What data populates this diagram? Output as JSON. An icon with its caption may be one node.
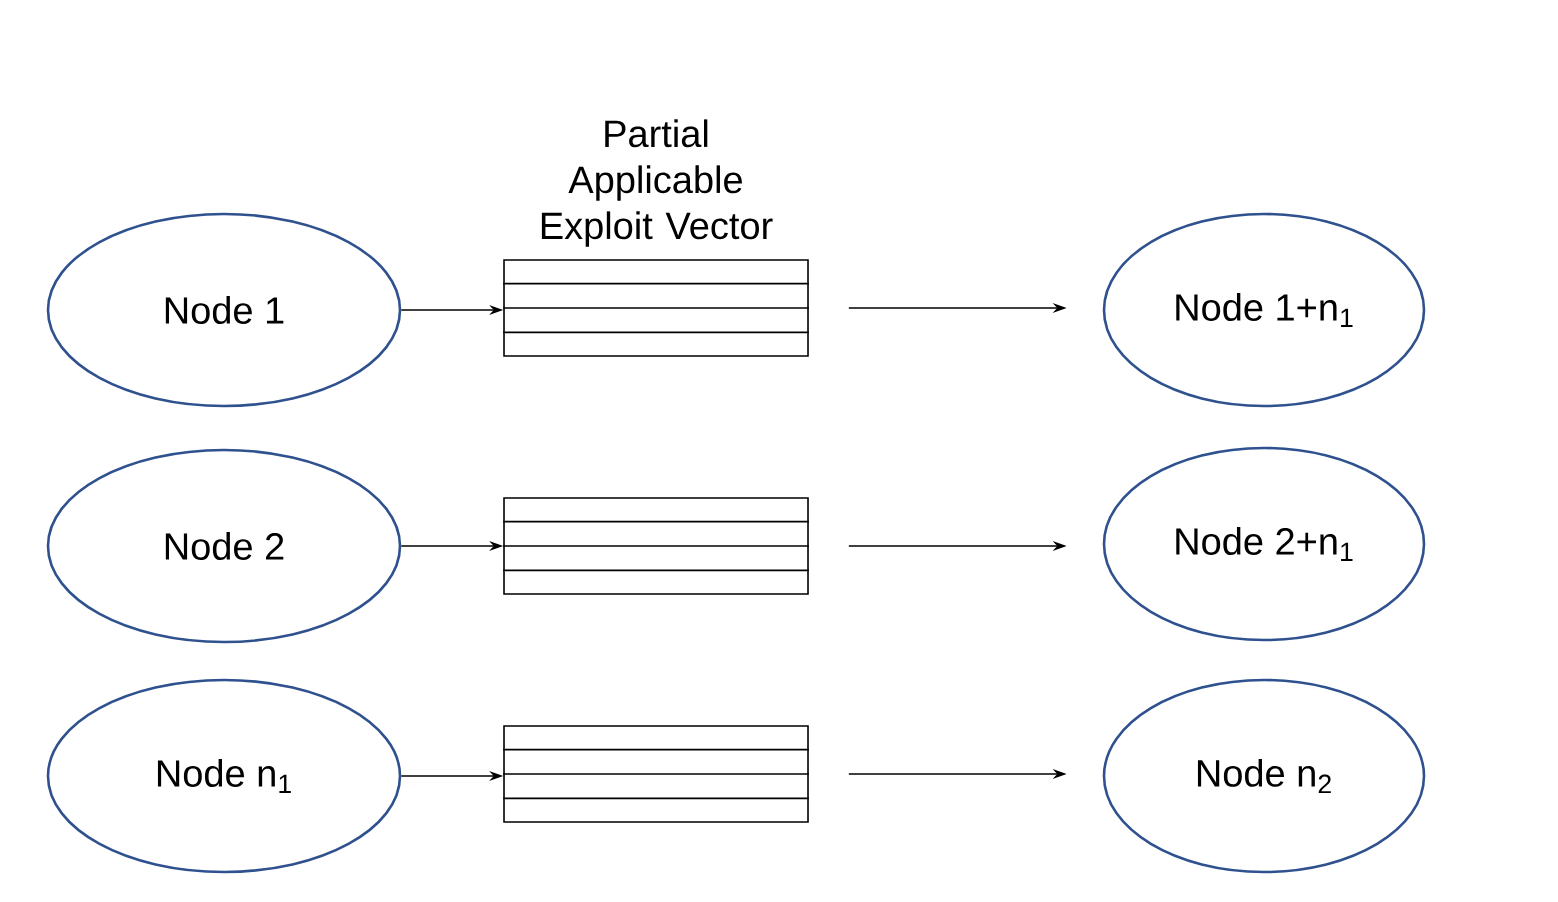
{
  "diagram": {
    "nodes": [
      {
        "text": [
          "Node 1"
        ]
      },
      {
        "text": [
          "Partial Applicable Exploit Vector"
        ]
      },
      {
        "text": [
          "Node 1+n$_{1}$"
        ]
      },
      {
        "text": [
          "Node 2"
        ]
      },
      {
        "text": [],
        "shape": "box"
      },
      {
        "text": [
          "Node 2+n$_{1}$"
        ]
      },
      {
        "text": [
          "Node n$_{1}$"
        ]
      },
      {
        "text": [],
        "shape": "box"
      },
      {
        "text": [
          "Node n$_{2}$"
        ]
      }
    ],
    "edges": [
      {
        "from": 0,
        "to": 1,
        "arrow": "to"
      },
      {
        "from": 1,
        "to": 2,
        "arrow": "to"
      },
      {
        "from": 3,
        "to": 4,
        "arrow": "to"
      },
      {
        "from": 4,
        "to": 5,
        "arrow": "to"
      },
      {
        "from": 6,
        "to": 7,
        "arrow": "to"
      },
      {
        "from": 7,
        "to": 8,
        "arrow": "to"
      }
    ]
  }
}
